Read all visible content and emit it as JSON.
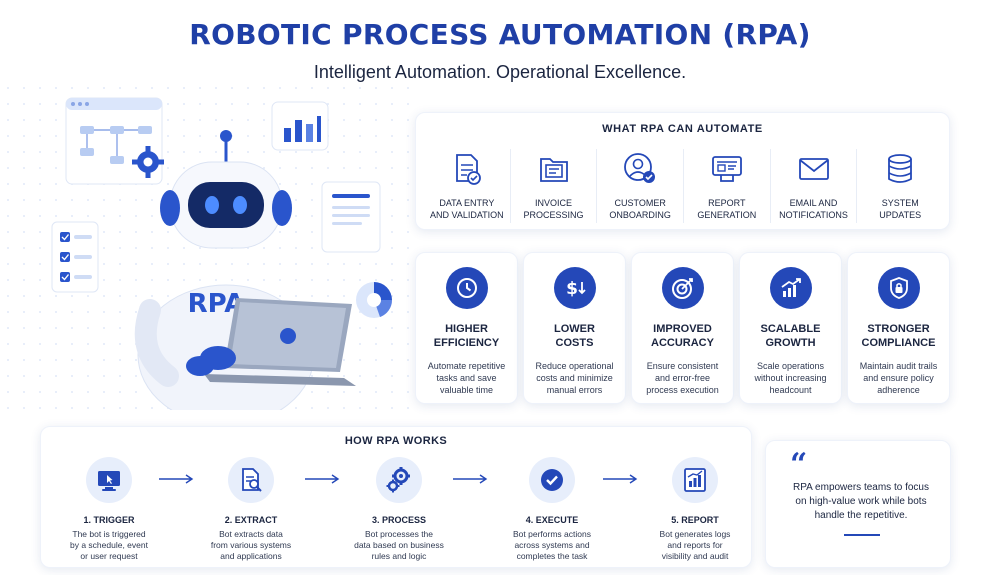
{
  "header": {
    "title": "ROBOTIC PROCESS AUTOMATION (RPA)",
    "subtitle": "Intelligent Automation. Operational Excellence."
  },
  "illustration": {
    "laptop_text": "RPA"
  },
  "automate": {
    "title": "WHAT RPA CAN AUTOMATE",
    "items": [
      {
        "label": "DATA ENTRY\nAND VALIDATION",
        "icon": "document-check-icon"
      },
      {
        "label": "INVOICE\nPROCESSING",
        "icon": "invoice-folder-icon"
      },
      {
        "label": "CUSTOMER\nONBOARDING",
        "icon": "user-check-icon"
      },
      {
        "label": "REPORT\nGENERATION",
        "icon": "printer-report-icon"
      },
      {
        "label": "EMAIL AND\nNOTIFICATIONS",
        "icon": "envelope-icon"
      },
      {
        "label": "SYSTEM\nUPDATES",
        "icon": "database-icon"
      }
    ]
  },
  "benefits": [
    {
      "title": "HIGHER\nEFFICIENCY",
      "desc": "Automate repetitive\ntasks and save\nvaluable time",
      "icon": "clock-icon"
    },
    {
      "title": "LOWER\nCOSTS",
      "desc": "Reduce operational\ncosts and minimize\nmanual errors",
      "icon": "dollar-down-icon"
    },
    {
      "title": "IMPROVED\nACCURACY",
      "desc": "Ensure consistent\nand error-free\nprocess execution",
      "icon": "target-icon"
    },
    {
      "title": "SCALABLE\nGROWTH",
      "desc": "Scale operations\nwithout increasing\nheadcount",
      "icon": "growth-chart-icon"
    },
    {
      "title": "STRONGER\nCOMPLIANCE",
      "desc": "Maintain audit trails\nand ensure policy\nadherence",
      "icon": "shield-lock-icon"
    }
  ],
  "works": {
    "title": "HOW RPA WORKS",
    "steps": [
      {
        "title": "1. TRIGGER",
        "desc": "The bot is triggered\nby a schedule, event\nor user request",
        "icon": "monitor-cursor-icon"
      },
      {
        "title": "2. EXTRACT",
        "desc": "Bot extracts data\nfrom various systems\nand applications",
        "icon": "document-search-icon"
      },
      {
        "title": "3. PROCESS",
        "desc": "Bot processes the\ndata based on business\nrules and logic",
        "icon": "gears-icon"
      },
      {
        "title": "4. EXECUTE",
        "desc": "Bot performs actions\nacross systems and\ncompletes the task",
        "icon": "check-circle-icon"
      },
      {
        "title": "5. REPORT",
        "desc": "Bot generates logs\nand reports for\nvisibility and audit",
        "icon": "report-chart-icon"
      }
    ]
  },
  "quote": {
    "mark": "“",
    "text": "RPA empowers teams to focus\non high-value work while bots\nhandle the repetitive."
  },
  "colors": {
    "primary": "#2448b8",
    "title": "#1f3fa6",
    "light": "#e7eefb"
  }
}
